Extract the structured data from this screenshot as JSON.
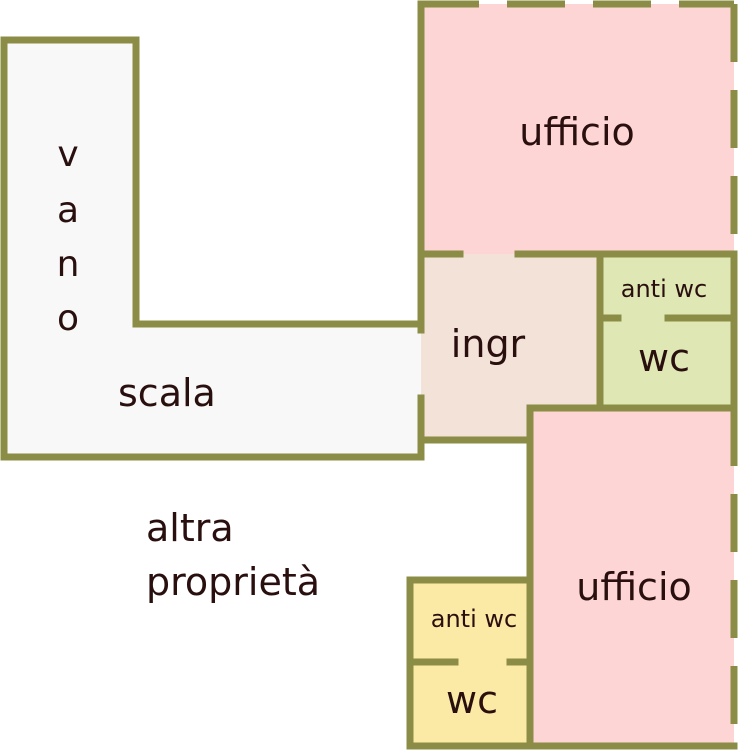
{
  "colors": {
    "wall": "#8b8c45",
    "stair": "#f8f8f8",
    "office": "#fed5d5",
    "entrance": "#f2e2d8",
    "service_green": "#dfe8b5",
    "service_yellow": "#fbeaa6",
    "text": "#2a0f0f"
  },
  "rooms": {
    "vano_letters": [
      "v",
      "a",
      "n",
      "o"
    ],
    "scala": "scala",
    "ufficio_top": "ufficio",
    "ingr": "ingr",
    "anti_wc_top": "anti wc",
    "wc_top": "wc",
    "ufficio_bottom": "ufficio",
    "anti_wc_bottom": "anti wc",
    "wc_bottom": "wc"
  },
  "outside": {
    "line1": "altra",
    "line2": "proprietà"
  }
}
